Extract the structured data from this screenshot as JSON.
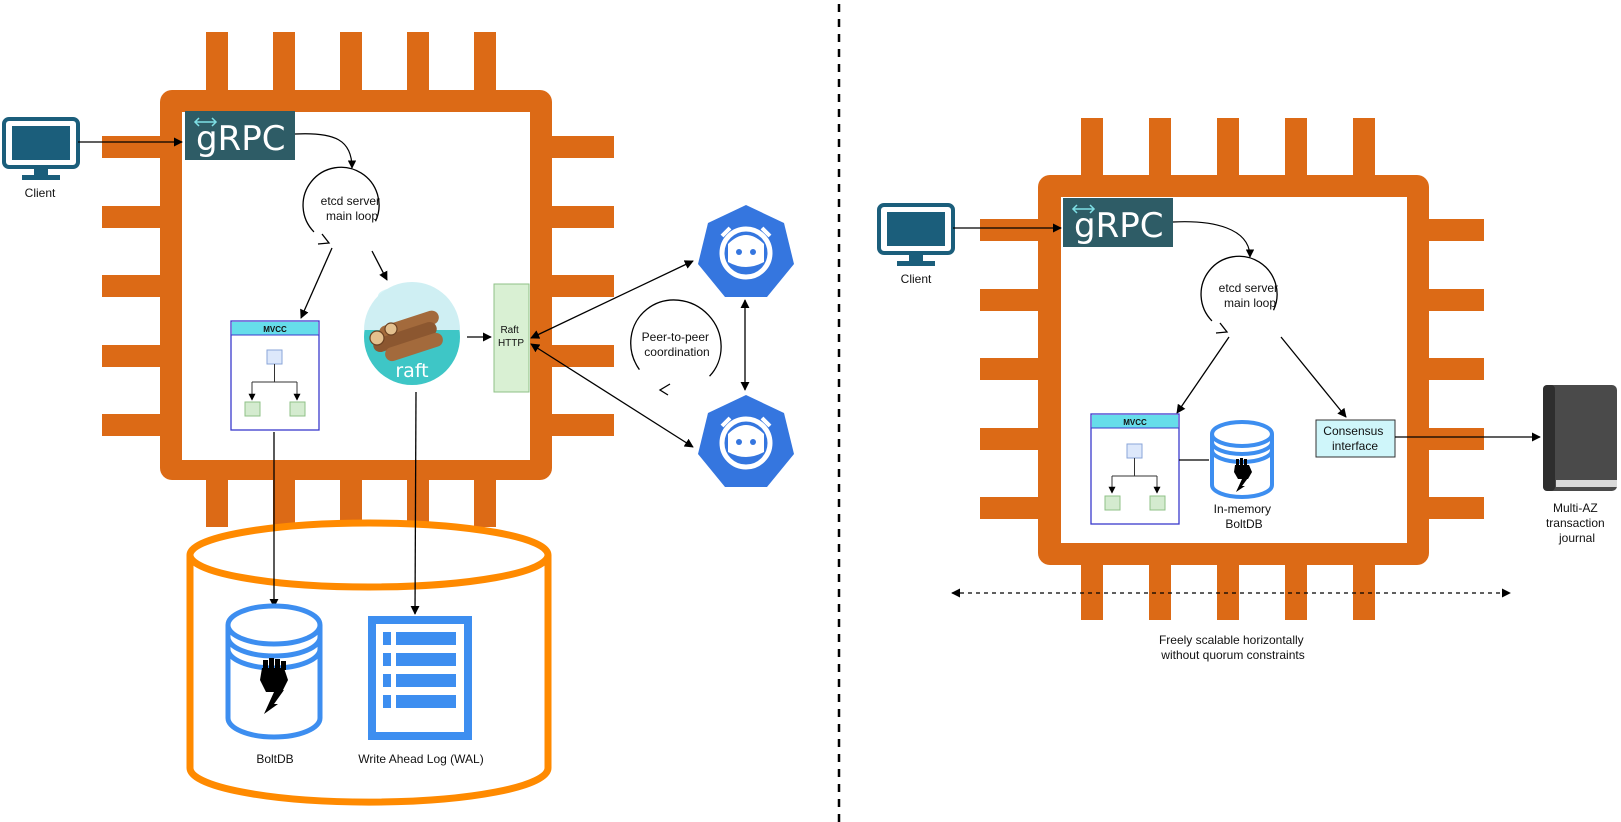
{
  "left": {
    "client_label": "Client",
    "grpc_label": "gRPC",
    "loop_label": [
      "etcd server",
      "main loop"
    ],
    "mvcc_label": "MVCC",
    "raft_label": "raft",
    "raft_http_label": [
      "Raft",
      "HTTP"
    ],
    "peer_label": [
      "Peer-to-peer",
      "coordination"
    ],
    "boltdb_label": "BoltDB",
    "wal_label": "Write Ahead Log (WAL)"
  },
  "right": {
    "client_label": "Client",
    "grpc_label": "gRPC",
    "loop_label": [
      "etcd server",
      "main loop"
    ],
    "mvcc_label": "MVCC",
    "inmem_label": [
      "In-memory",
      "BoltDB"
    ],
    "consensus_label": [
      "Consensus",
      "interface"
    ],
    "journal_label": [
      "Multi-AZ",
      "transaction",
      "journal"
    ],
    "scale_label": [
      "Freely scalable horizontally",
      "without quorum constraints"
    ]
  },
  "colors": {
    "chip_orange": "#DC6A16",
    "db_orange": "#FF8A00",
    "grpc_bg": "#2E5C66",
    "monitor": "#1B5E7B",
    "etcd_blue": "#3576DF",
    "db_blue": "#3D8EF0",
    "raft_teal": "#3EC6C6",
    "raft_http_fill": "#D9F0D3",
    "mvcc_header": "#66DDEA",
    "mvcc_border": "#3A3ACC",
    "consensus_fill": "#CFF6FA",
    "journal_gray": "#4A4A4A"
  },
  "icons": [
    "monitor-icon",
    "grpc-logo",
    "loop-arrow-icon",
    "tree-icon",
    "raft-logs-icon",
    "etcd-icon",
    "database-icon",
    "fist-bolt-icon",
    "wal-list-icon",
    "book-icon"
  ]
}
